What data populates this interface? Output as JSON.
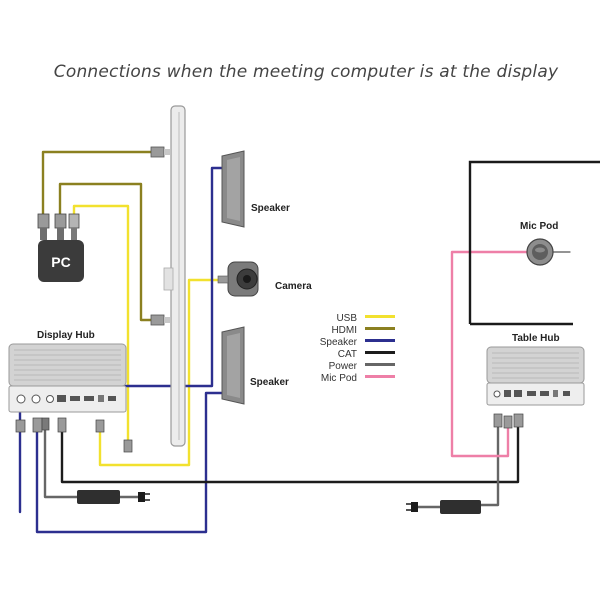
{
  "title": "Connections when the meeting computer is at the display",
  "components": {
    "pc": "PC",
    "display_hub": "Display Hub",
    "speaker_top": "Speaker",
    "speaker_bottom": "Speaker",
    "camera": "Camera",
    "mic_pod": "Mic Pod",
    "table_hub": "Table Hub"
  },
  "legend": [
    {
      "label": "USB",
      "color": "#f2e12e"
    },
    {
      "label": "HDMI",
      "color": "#8b8020"
    },
    {
      "label": "Speaker",
      "color": "#2c2f8f"
    },
    {
      "label": "CAT",
      "color": "#1c1c1c"
    },
    {
      "label": "Power",
      "color": "#666666"
    },
    {
      "label": "Mic Pod",
      "color": "#ee7fa7"
    }
  ]
}
